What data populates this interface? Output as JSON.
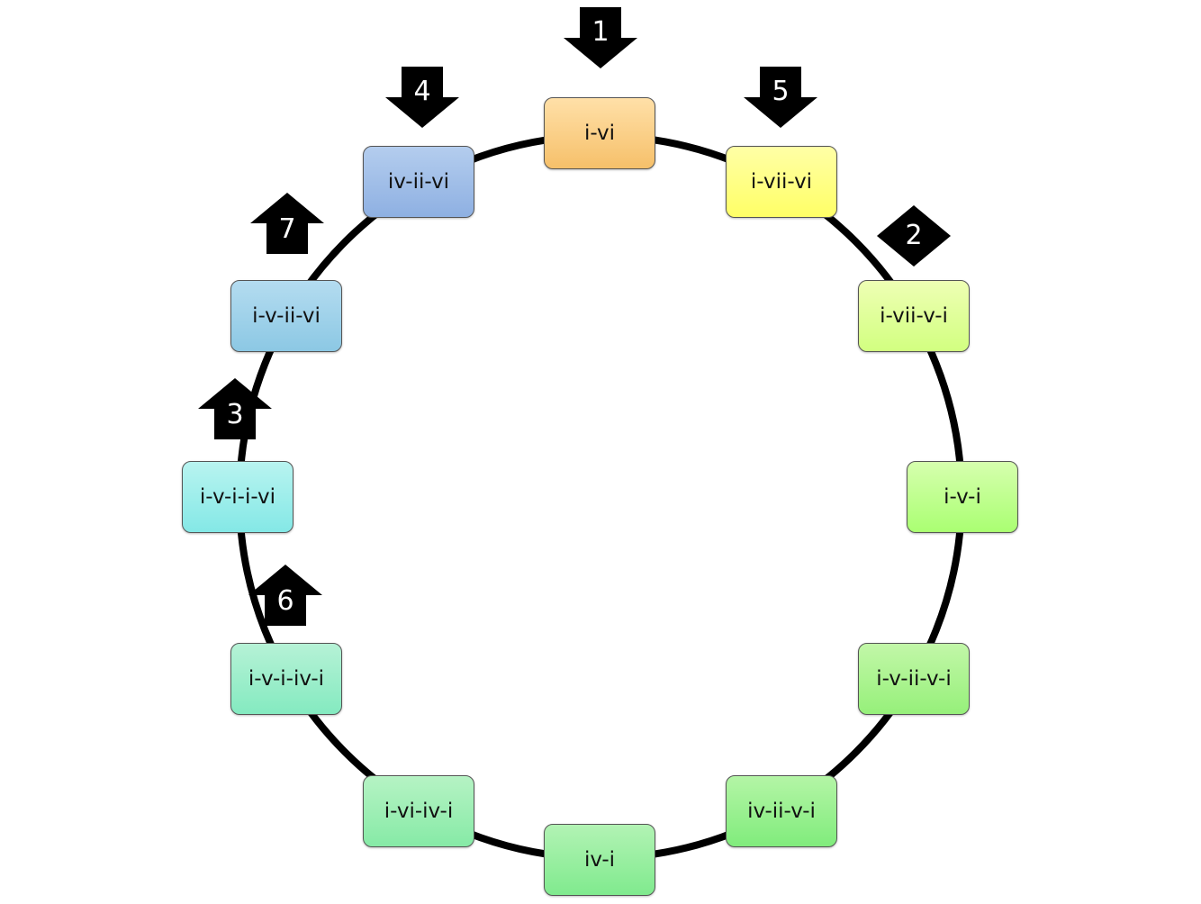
{
  "diagram": {
    "nodes": [
      {
        "id": "n-i-vi",
        "label": "i-vi",
        "color_top": "#ffe0a8",
        "color_bottom": "#f6c06a"
      },
      {
        "id": "n-i-vii-vi",
        "label": "i-vii-vi",
        "color_top": "#ffffa6",
        "color_bottom": "#ffff66"
      },
      {
        "id": "n-i-vii-v-i",
        "label": "i-vii-v-i",
        "color_top": "#eeffb4",
        "color_bottom": "#d2ff80"
      },
      {
        "id": "n-i-v-i",
        "label": "i-v-i",
        "color_top": "#d6ffae",
        "color_bottom": "#aaff72"
      },
      {
        "id": "n-i-v-ii-v-i",
        "label": "i-v-ii-v-i",
        "color_top": "#c2f7a8",
        "color_bottom": "#96f07a"
      },
      {
        "id": "n-iv-ii-v-i",
        "label": "iv-ii-v-i",
        "color_top": "#b4f5a6",
        "color_bottom": "#80ec7c"
      },
      {
        "id": "n-iv-i",
        "label": "iv-i",
        "color_top": "#b2f3b4",
        "color_bottom": "#80ea8e"
      },
      {
        "id": "n-i-vi-iv-i",
        "label": "i-vi-iv-i",
        "color_top": "#b6f3c4",
        "color_bottom": "#86eaa6"
      },
      {
        "id": "n-i-v-i-iv-i",
        "label": "i-v-i-iv-i",
        "color_top": "#b6f2d6",
        "color_bottom": "#84eac0"
      },
      {
        "id": "n-i-v-i-i-vi",
        "label": "i-v-i-i-vi",
        "color_top": "#b8f4f0",
        "color_bottom": "#84e8e6"
      },
      {
        "id": "n-i-v-ii-vi",
        "label": "i-v-ii-vi",
        "color_top": "#b4dcf0",
        "color_bottom": "#8cc8e4"
      },
      {
        "id": "n-iv-ii-vi",
        "label": "iv-ii-vi",
        "color_top": "#b4cdee",
        "color_bottom": "#8eb0e2"
      }
    ],
    "markers": [
      {
        "label": "1",
        "shape": "arrow-down"
      },
      {
        "label": "2",
        "shape": "diamond"
      },
      {
        "label": "3",
        "shape": "arrow-up"
      },
      {
        "label": "4",
        "shape": "arrow-down"
      },
      {
        "label": "5",
        "shape": "arrow-down"
      },
      {
        "label": "6",
        "shape": "arrow-up"
      },
      {
        "label": "7",
        "shape": "arrow-up"
      }
    ]
  }
}
